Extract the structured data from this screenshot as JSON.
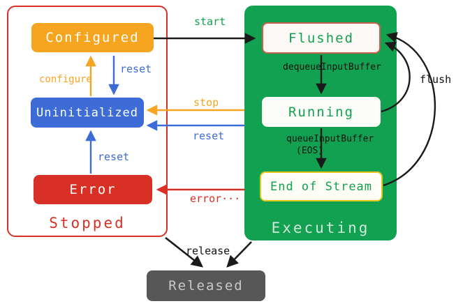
{
  "diagram": {
    "groups": {
      "stopped": {
        "label": "Stopped"
      },
      "executing": {
        "label": "Executing"
      }
    },
    "states": {
      "configured": {
        "label": "Configured"
      },
      "uninitialized": {
        "label": "Uninitialized"
      },
      "error": {
        "label": "Error"
      },
      "flushed": {
        "label": "Flushed"
      },
      "running": {
        "label": "Running"
      },
      "end_of_stream": {
        "label": "End of Stream"
      },
      "released": {
        "label": "Released"
      }
    },
    "transitions": {
      "start": {
        "label": "start"
      },
      "configure": {
        "label": "configure"
      },
      "reset_from_configured": {
        "label": "reset"
      },
      "stop": {
        "label": "stop"
      },
      "reset_from_executing": {
        "label": "reset"
      },
      "reset_from_error": {
        "label": "reset"
      },
      "error": {
        "label": "error···"
      },
      "dequeue_input_buffer": {
        "label": "dequeueInputBuffer"
      },
      "queue_input_buffer": {
        "label": "queueInputBuffer"
      },
      "queue_input_buffer_eos": {
        "label": "(EOS)"
      },
      "flush": {
        "label": "flush"
      },
      "release": {
        "label": "release"
      }
    },
    "colors": {
      "orange": "#F5A51F",
      "blue": "#3D6CD9",
      "red": "#D93025",
      "green": "#12A150",
      "yellow_border": "#E7C51B",
      "flushed_border": "#C8604C",
      "released_bg": "#575757",
      "released_text": "#C9C9C9"
    }
  }
}
